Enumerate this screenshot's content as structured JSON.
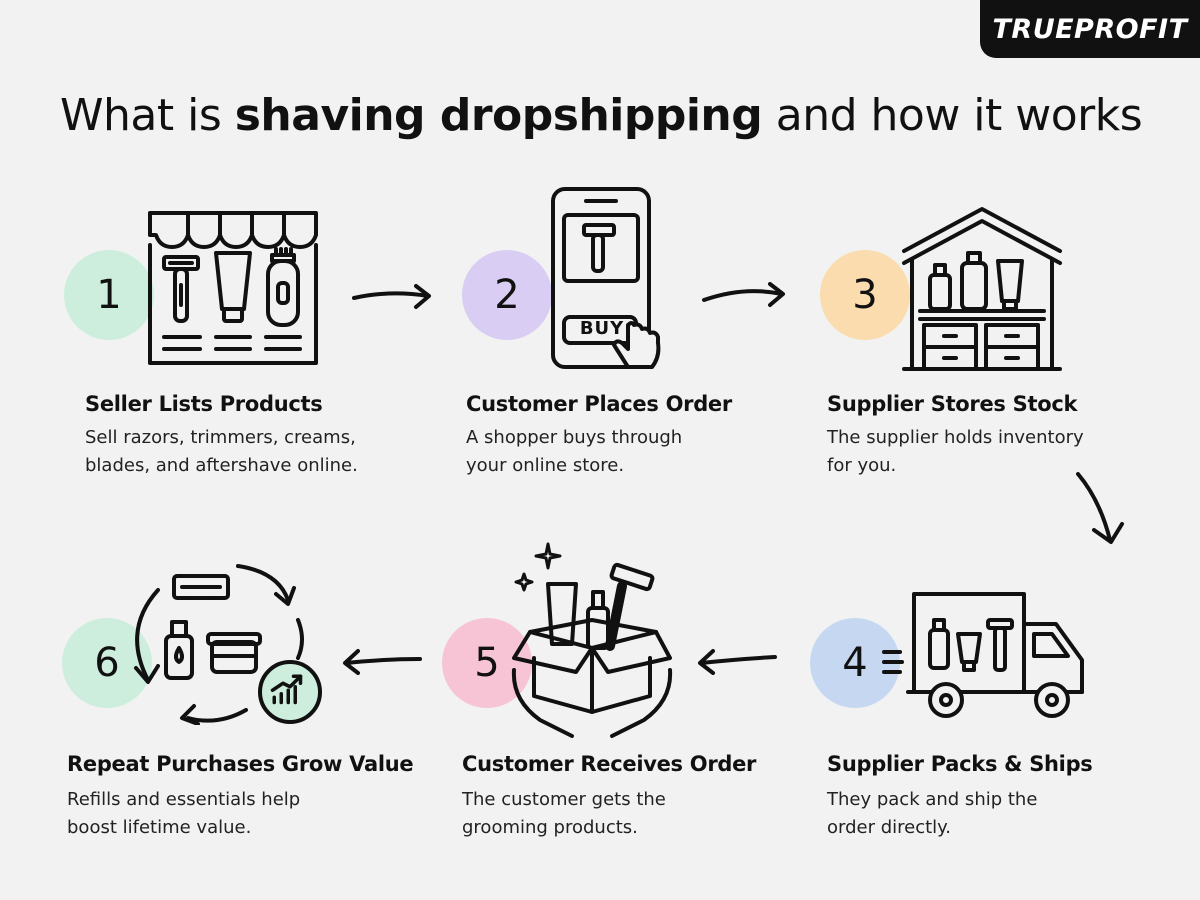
{
  "brand": {
    "logo_text": "TRUEPROFIT"
  },
  "title": {
    "prefix": "What is ",
    "bold": "shaving dropshipping",
    "suffix": " and how it works"
  },
  "steps": [
    {
      "number": "1",
      "title": "Seller Lists Products",
      "desc": "Sell razors, trimmers, creams,\nblades, and aftershave online.",
      "badge_color": "#cdeedd",
      "icon": "storefront-products-icon"
    },
    {
      "number": "2",
      "title": "Customer Places Order",
      "desc": "A shopper buys through\nyour online store.",
      "badge_color": "#d9cdf3",
      "icon": "phone-buy-icon",
      "button_label": "BUY"
    },
    {
      "number": "3",
      "title": "Supplier Stores Stock",
      "desc": "The supplier holds inventory\nfor you.",
      "badge_color": "#fbdcae",
      "icon": "warehouse-icon"
    },
    {
      "number": "4",
      "title": "Supplier Packs & Ships",
      "desc": "They pack and ship the\norder directly.",
      "badge_color": "#c6d8f1",
      "icon": "delivery-truck-icon"
    },
    {
      "number": "5",
      "title": "Customer Receives Order",
      "desc": "The customer gets the\ngrooming products.",
      "badge_color": "#f6c4d4",
      "icon": "open-box-hands-icon"
    },
    {
      "number": "6",
      "title": "Repeat Purchases Grow Value",
      "desc": "Refills and essentials help\nboost lifetime value.",
      "badge_color": "#cdeedd",
      "icon": "repeat-cycle-growth-icon"
    }
  ]
}
